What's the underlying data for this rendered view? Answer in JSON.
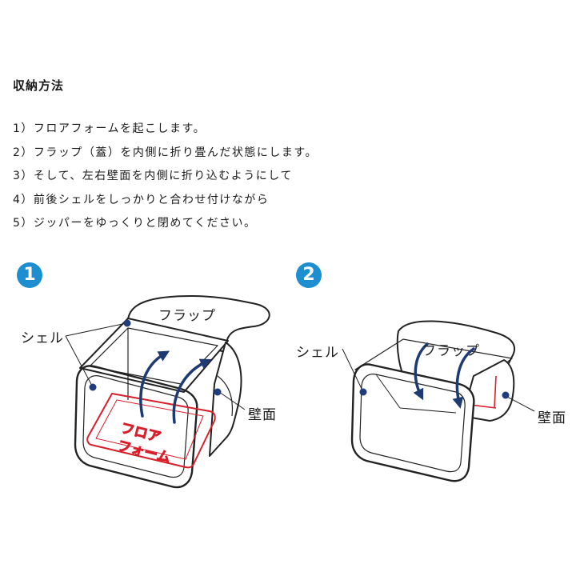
{
  "title": "収納方法",
  "steps": [
    "1）フロアフォームを起こします。",
    "2）フラップ（蓋）を内側に折り畳んだ状態にします。",
    "3）そして、左右壁面を内側に折り込むようにして",
    "4）前後シェルをしっかりと合わせ付けながら",
    "5）ジッパーをゆっくりと閉めてください。"
  ],
  "figure1": {
    "number": "1",
    "shell_label": "シェル",
    "wall_label": "壁面",
    "flap_label": "フラップ",
    "floor_label_line1": "フロア",
    "floor_label_line2": "フォーム"
  },
  "figure2": {
    "number": "2",
    "shell_label": "シェル",
    "wall_label": "壁面",
    "flap_label": "フラップ"
  },
  "colors": {
    "badge": "#1d8fd1",
    "arrow": "#1d3a73",
    "marker": "#1f3d7a",
    "floor_red": "#d81e2a",
    "line": "#222222"
  }
}
